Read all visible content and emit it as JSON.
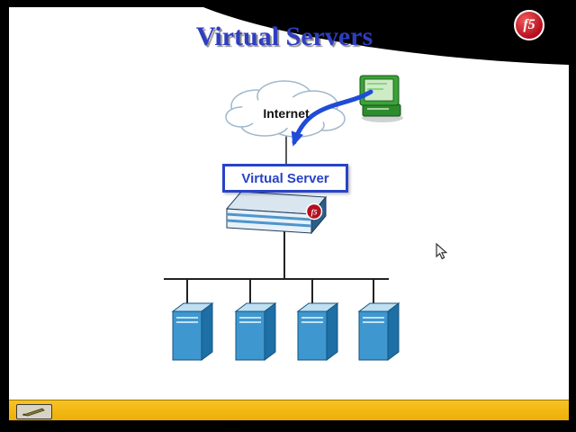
{
  "slide": {
    "title": "Virtual Servers",
    "brand": {
      "logo_text": "f5"
    },
    "diagram": {
      "internet_label": "Internet",
      "virtual_server_label": "Virtual Server",
      "device_badge": "f5"
    }
  },
  "colors": {
    "title_blue": "#2E3EC0",
    "box_blue": "#2843C8",
    "arrow_blue": "#1F4BD8",
    "f5_red": "#B50E1E",
    "accent_yellow": "#EEB006",
    "server_front_blue": "#3E97CF",
    "server_top_blue": "#BFE0F2",
    "server_side_blue": "#1D6FA5"
  }
}
